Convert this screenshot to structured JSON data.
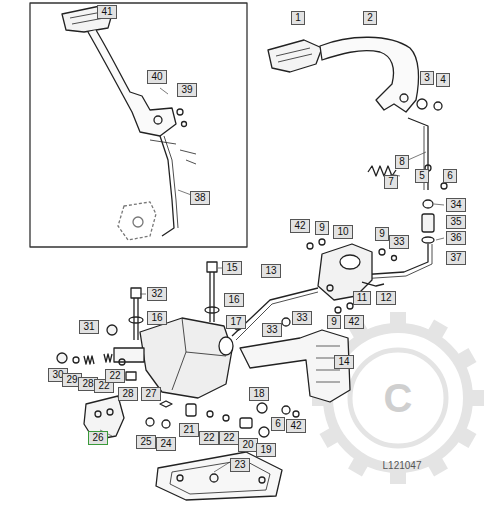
{
  "diagram": {
    "labels": [
      "41",
      "40",
      "39",
      "38",
      "1",
      "2",
      "3",
      "4",
      "8",
      "7",
      "5",
      "6",
      "34",
      "35",
      "36",
      "37",
      "42",
      "9",
      "10",
      "9",
      "33",
      "11",
      "12",
      "42",
      "9",
      "13",
      "15",
      "32",
      "16",
      "16",
      "17",
      "33",
      "33",
      "14",
      "31",
      "30",
      "29",
      "28",
      "22",
      "22",
      "28",
      "27",
      "18",
      "6",
      "42",
      "21",
      "22",
      "22",
      "20",
      "19",
      "25",
      "24",
      "26",
      "23",
      "L121047",
      "C"
    ]
  }
}
